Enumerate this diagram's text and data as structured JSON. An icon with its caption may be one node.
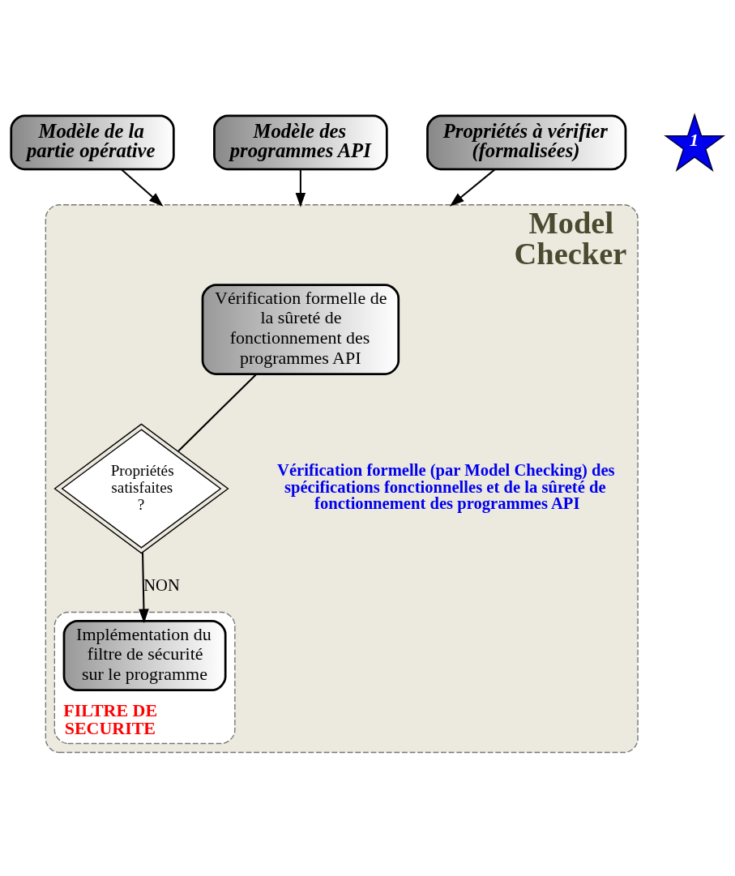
{
  "diagram": {
    "nodes": [
      {
        "text": [
          "Modèle de la partie opérative"
        ]
      },
      {
        "text": [
          "Modèle des programmes API"
        ]
      },
      {
        "text": [
          "Propriétés à vérifier (formalisées)"
        ]
      },
      {
        "text": [
          "1"
        ]
      },
      {
        "text": [
          "Model Checker",
          "Vérification formelle (par Model Checking) des spécifications fonctionnelles et de la sûreté de fonctionnement des programmes API"
        ]
      },
      {
        "text": [
          "Vérification formelle de la sûreté de fonctionnement des programmes API"
        ],
        "in": 4
      },
      {
        "text": [
          "Propriétés satisfaites ?"
        ],
        "in": 4
      },
      {
        "text": [
          "FILTRE DE SECURITE"
        ],
        "in": 4
      },
      {
        "text": [
          "Implémentation du filtre de sécurité sur le programme"
        ],
        "in": 7
      }
    ],
    "edges": [
      {
        "from": 0,
        "to": 4,
        "arrow": "to"
      },
      {
        "from": 1,
        "to": 4,
        "arrow": "to"
      },
      {
        "from": 2,
        "to": 4,
        "arrow": "to"
      },
      {
        "from": 5,
        "to": 6,
        "arrow": "none"
      },
      {
        "from": 6,
        "to": 8,
        "label": "NON",
        "arrow": "to"
      }
    ]
  }
}
